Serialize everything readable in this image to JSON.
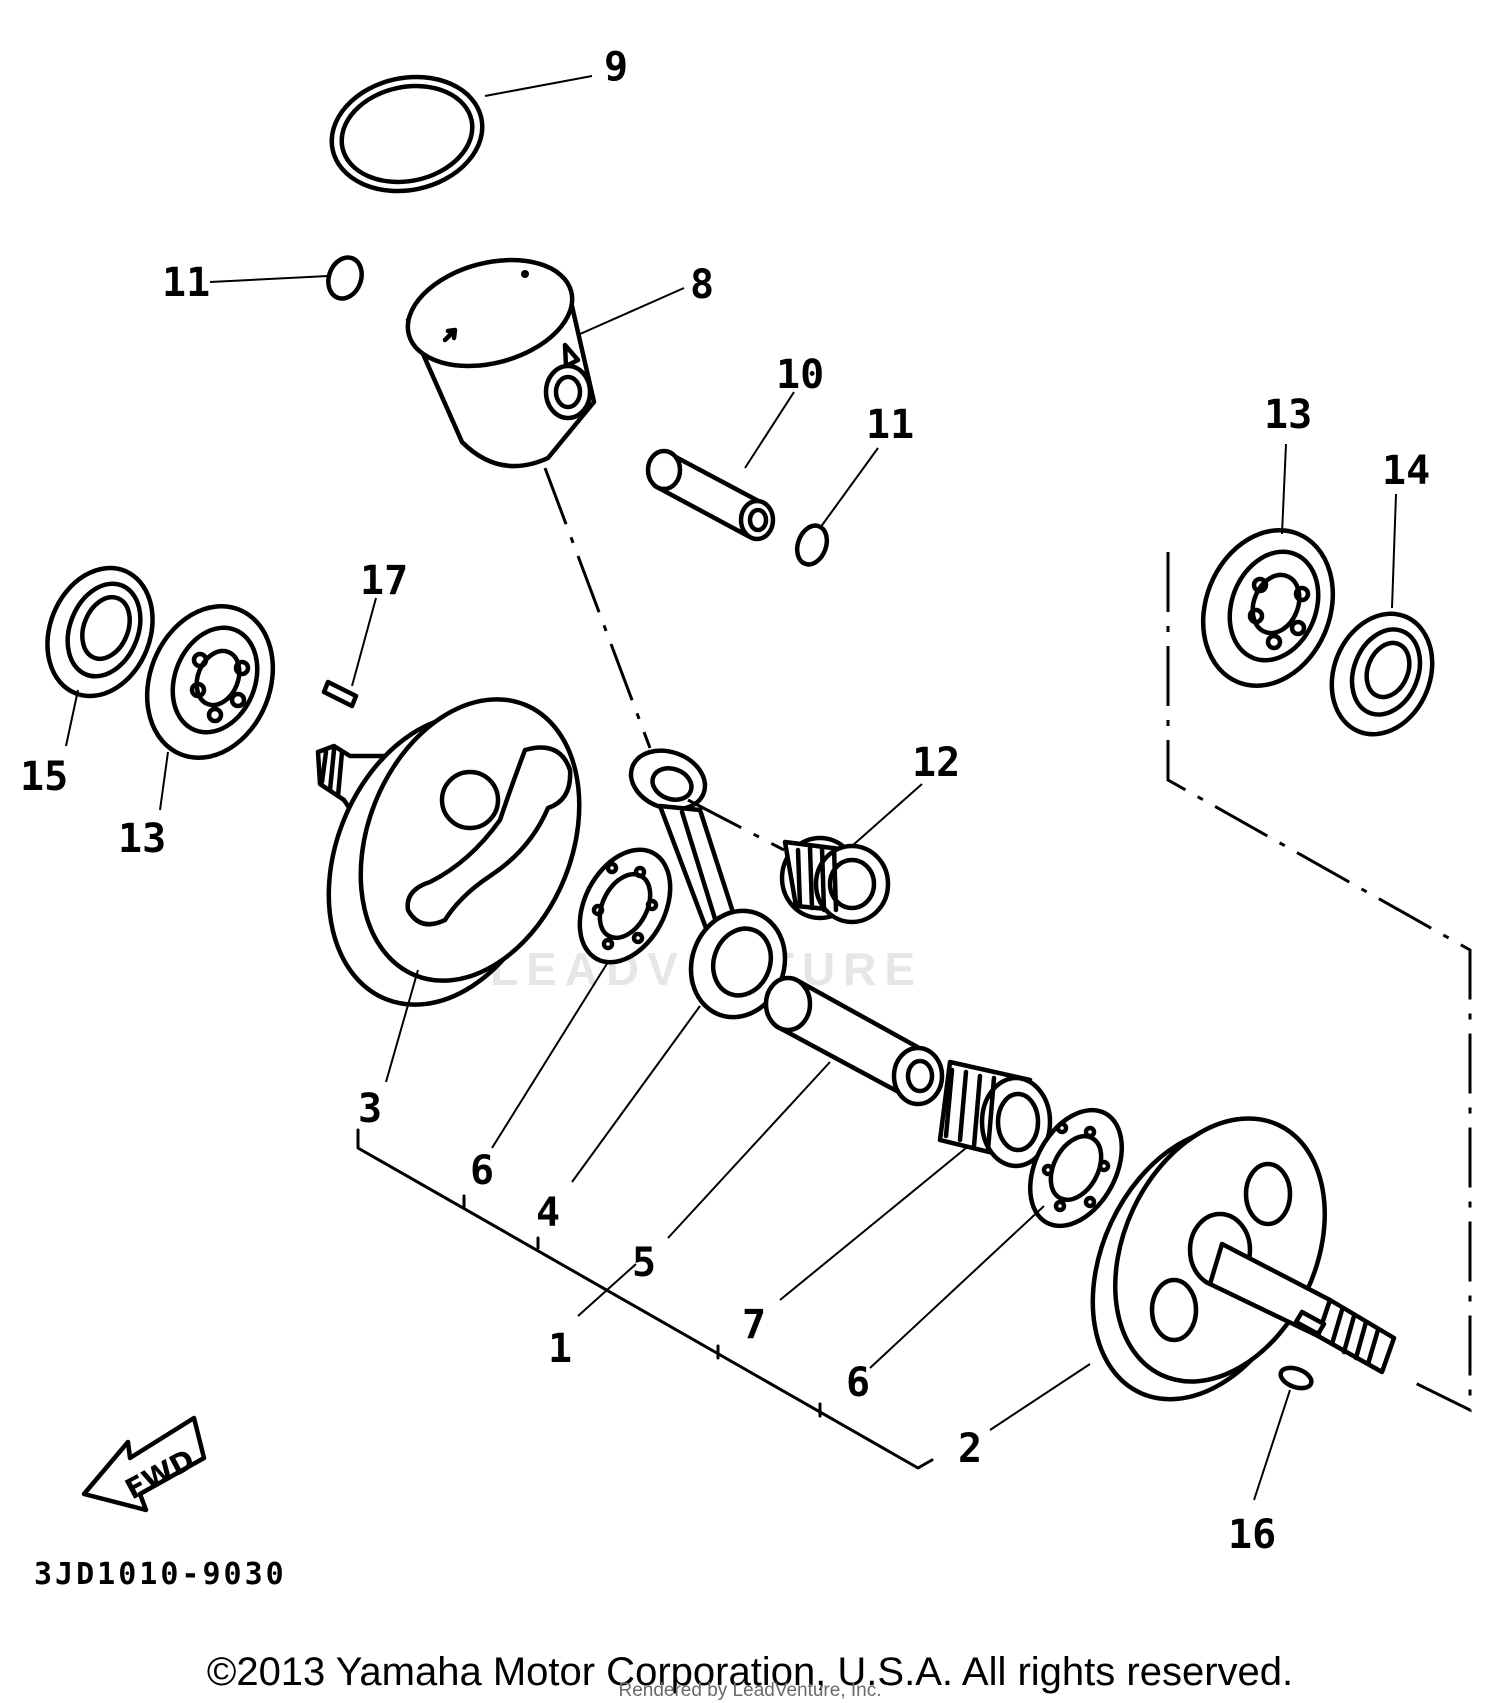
{
  "diagram": {
    "part_code": "3JD1010-9030",
    "fwd_label": "FWD",
    "watermark": "LEADVENTURE",
    "callouts": {
      "c1": "1",
      "c2": "2",
      "c3": "3",
      "c4": "4",
      "c5": "5",
      "c6a": "6",
      "c6b": "6",
      "c7": "7",
      "c8": "8",
      "c9": "9",
      "c10": "10",
      "c11a": "11",
      "c11b": "11",
      "c12": "12",
      "c13a": "13",
      "c13b": "13",
      "c14": "14",
      "c15": "15",
      "c16": "16",
      "c17": "17"
    }
  },
  "footer": {
    "copyright": "©2013 Yamaha Motor Corporation, U.S.A. All rights reserved.",
    "rendered_by": "Rendered by LeadVenture, Inc."
  }
}
